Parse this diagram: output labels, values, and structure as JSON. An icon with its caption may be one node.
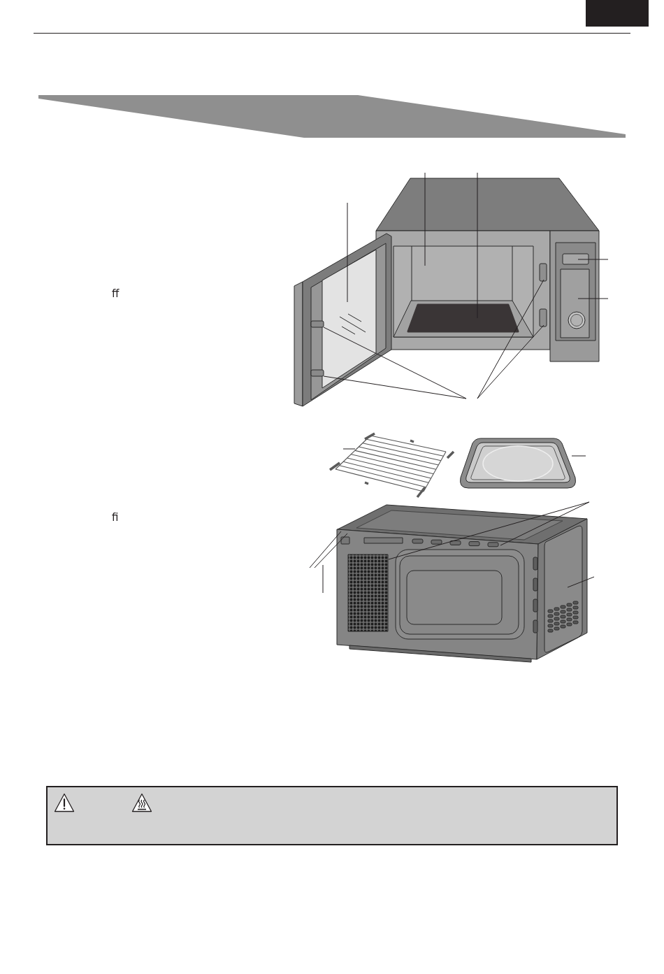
{
  "diagram": {
    "nodes": [
      {
        "text": [],
        "shape": "band"
      }
    ],
    "labels": [
      "ff",
      "fi"
    ]
  }
}
